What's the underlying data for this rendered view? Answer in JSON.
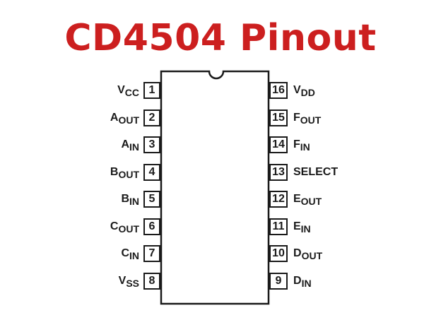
{
  "title": "CD4504 Pinout",
  "chip": {
    "left_pins": [
      {
        "number": "1",
        "main": "V",
        "sub": "CC"
      },
      {
        "number": "2",
        "main": "A",
        "sub": "OUT"
      },
      {
        "number": "3",
        "main": "A",
        "sub": "IN"
      },
      {
        "number": "4",
        "main": "B",
        "sub": "OUT"
      },
      {
        "number": "5",
        "main": "B",
        "sub": "IN"
      },
      {
        "number": "6",
        "main": "C",
        "sub": "OUT"
      },
      {
        "number": "7",
        "main": "C",
        "sub": "IN"
      },
      {
        "number": "8",
        "main": "V",
        "sub": "SS"
      }
    ],
    "right_pins": [
      {
        "number": "16",
        "main": "V",
        "sub": "DD"
      },
      {
        "number": "15",
        "main": "F",
        "sub": "OUT"
      },
      {
        "number": "14",
        "main": "F",
        "sub": "IN"
      },
      {
        "number": "13",
        "main": "SELECT",
        "sub": ""
      },
      {
        "number": "12",
        "main": "E",
        "sub": "OUT"
      },
      {
        "number": "11",
        "main": "E",
        "sub": "IN"
      },
      {
        "number": "10",
        "main": "D",
        "sub": "OUT"
      },
      {
        "number": "9",
        "main": "D",
        "sub": "IN"
      }
    ]
  },
  "colors": {
    "title": "#cc1f1f",
    "outline": "#1a1a1a",
    "background": "#ffffff"
  }
}
